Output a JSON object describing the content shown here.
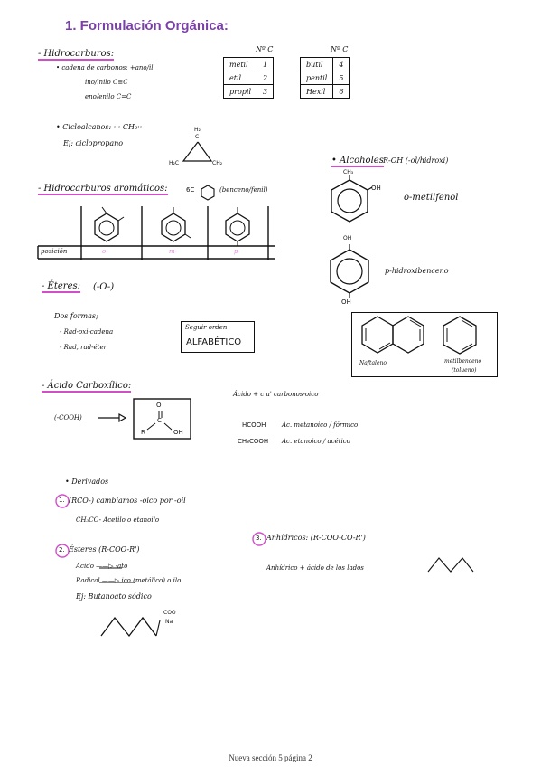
{
  "title": "1. Formulación Orgánica:",
  "hidrocarburos": {
    "heading": "- Hidrocarburos:",
    "l1": "• cadena de carbonos: +ano/il",
    "l2": "ino/inilo  C≡C",
    "l3": "eno/enilo  C=C"
  },
  "table1": {
    "header": "Nº C",
    "rows": [
      [
        "metil",
        "1"
      ],
      [
        "etil",
        "2"
      ],
      [
        "propil",
        "3"
      ]
    ]
  },
  "table2": {
    "header": "Nº C",
    "rows": [
      [
        "butil",
        "4"
      ],
      [
        "pentil",
        "5"
      ],
      [
        "Hexil",
        "6"
      ]
    ]
  },
  "cicloalcanos": {
    "l1": "• Cicloalcanos: ··· CH₂··",
    "l2": "Ej: ciclopropano",
    "h2": "H₂",
    "c": "C",
    "h2c": "H₂C",
    "ch2": "CH₂"
  },
  "alcoholes": {
    "heading": "• Alcoholes",
    "formula": "R-OH (-ol/hidroxi)",
    "ch3": "CH₃",
    "oh1": "OH",
    "name1": "o-metilfenol",
    "oh2": "OH",
    "oh3": "OH",
    "name2": "p-hidroxibenceno"
  },
  "aromaticos": {
    "heading": "- Hidrocarburos aromáticos:",
    "six_c": "6C",
    "note": "(benceno/fenil)",
    "posicion": "posición",
    "o": "o-",
    "m": "m-",
    "p": "p-"
  },
  "box_fused": {
    "naph": "Naftaleno",
    "methyl": "metilbenceno",
    "tolueno": "(tolueno)"
  },
  "eteres": {
    "heading": "- Éteres:",
    "formula": "(-O-)",
    "l1": "Dos formas;",
    "l2": "- Rad-oxi-cadena",
    "l3": "- Rad, rad-éter",
    "boxl1": "Seguir orden",
    "boxl2": "ALFABÉTICO"
  },
  "acido": {
    "heading": "- Ácido Carboxílico:",
    "cooh": "(-COOH)",
    "o": "O",
    "c": "C",
    "r": "R",
    "oh": "OH",
    "l1": "Ácido +  c u' carbonos-oico",
    "l2a": "HCOOH",
    "l2b": "Ac. metanoico / fórmico",
    "l3a": "CH₃COOH",
    "l3b": "Ac. etanoico / acético"
  },
  "derivados": {
    "heading": "• Derivados",
    "n1": "1.",
    "d1": "(RCO-)  cambiamos -oico por -oil",
    "d1b": "CH₃CO-  Acetilo o etanoilo",
    "n2": "2.",
    "d2": "Ésteres (R-COO-R')",
    "d2a": "Ácido ——▷ -ato",
    "d2b": "Radical ——▷ ico (metálico) o ilo",
    "d2c": "Ej: Butanoato sódico",
    "coo": "COO",
    "na": "Na",
    "n3": "3.",
    "d3": "Anhídricos: (R-COO-CO-R')",
    "d3b": "Anhídrico + ácido de los lados"
  },
  "footer": "Nueva sección 5 página 2"
}
